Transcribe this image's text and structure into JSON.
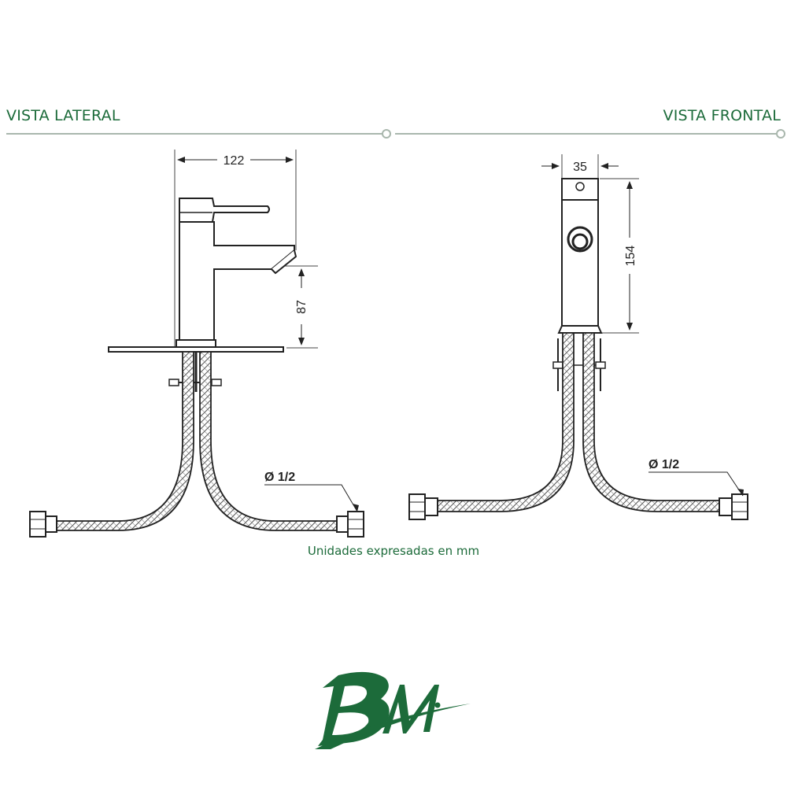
{
  "views": {
    "lateral": {
      "title": "VISTA LATERAL",
      "width_label": "122",
      "outlet_height_label": "87",
      "connection_label": "Ø 1/2"
    },
    "frontal": {
      "title": "VISTA FRONTAL",
      "width_label": "35",
      "height_label": "154",
      "connection_label": "Ø 1/2"
    }
  },
  "footer": {
    "units_note": "Unidades expresadas en mm"
  },
  "brand": {
    "logo_text": "BM",
    "color": "#1c6b3a"
  },
  "colors": {
    "accent": "#1c6b3a",
    "rule": "#a9b7ad",
    "line": "#222222"
  }
}
